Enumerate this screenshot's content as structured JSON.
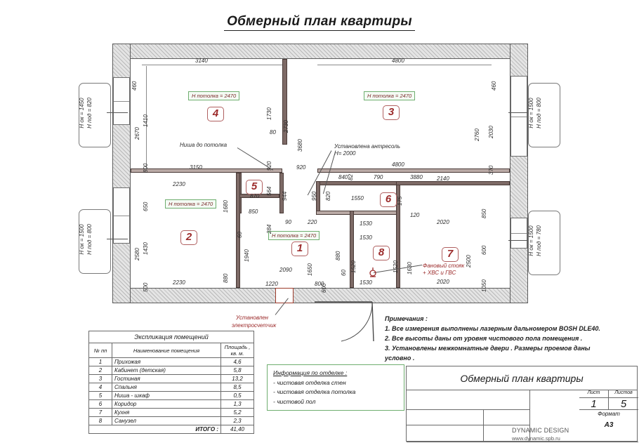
{
  "main_title": "Обмерный план квартиры",
  "plan": {
    "room_numbers": [
      "1",
      "2",
      "3",
      "4",
      "5",
      "6",
      "7",
      "8"
    ],
    "ceiling_labels": [
      {
        "text": "H потолка = 2470"
      },
      {
        "text": "H потолка = 2470"
      },
      {
        "text": "H потолка = 2470"
      },
      {
        "text": "H потолка = 2470"
      }
    ],
    "annotations": [
      "Ниша до потолка",
      "Установлена антресоль",
      "H= 2000",
      "Установлен",
      "электросчетчик",
      "Фановый стояк",
      "+ ХВС и ГВС"
    ],
    "window_callouts": [
      {
        "line1": "H ок = 1450",
        "line2": "H под = 820"
      },
      {
        "line1": "H ок = 1500",
        "line2": "H под = 800"
      },
      {
        "line1": "H ок = 1500",
        "line2": "H под = 800"
      },
      {
        "line1": "H ок = 1500",
        "line2": "H под = 780"
      }
    ],
    "dimensions_top": [
      "3140",
      "4800",
      "460",
      "460"
    ],
    "dimensions_left": [
      "1410",
      "2670",
      "800",
      "650",
      "1430",
      "2580",
      "500"
    ],
    "dimensions_right": [
      "2760",
      "2030",
      "370",
      "850",
      "600",
      "1050",
      "2500"
    ],
    "dimensions_inner": [
      "1730",
      "80",
      "2730",
      "3680",
      "920",
      "920",
      "82",
      "3150",
      "2230",
      "2230",
      "1680",
      "880",
      "60",
      "1940",
      "564",
      "870",
      "850",
      "944",
      "284",
      "90",
      "220",
      "950",
      "820",
      "840",
      "790",
      "1550",
      "175",
      "120",
      "2140",
      "2020",
      "2020",
      "1530",
      "1530",
      "1530",
      "1520",
      "1520",
      "1630",
      "880",
      "60",
      "600",
      "1650",
      "2090",
      "1220",
      "800",
      "4800",
      "3880"
    ]
  },
  "exp_table": {
    "caption": "Экспликация помещений",
    "headers": [
      "№ пп",
      "Наименование помещения",
      "Площадь , кв. м."
    ],
    "rows": [
      {
        "no": "1",
        "name": "Прихожая",
        "area": "4,6"
      },
      {
        "no": "2",
        "name": "Кабинет  (детская)",
        "area": "5,8"
      },
      {
        "no": "3",
        "name": "Гостиная",
        "area": "13,2"
      },
      {
        "no": "4",
        "name": "Спальня",
        "area": "8,5"
      },
      {
        "no": "5",
        "name": "Ниша - шкаф",
        "area": "0,5"
      },
      {
        "no": "6",
        "name": "Коридор",
        "area": "1,3"
      },
      {
        "no": "7",
        "name": "Кухня",
        "area": "5,2"
      },
      {
        "no": "8",
        "name": "Санузел",
        "area": "2,3"
      }
    ],
    "total_label": "ИТОГО :",
    "total_value": "41,40"
  },
  "notes": {
    "title": "Примечания :",
    "items": [
      "1. Все измерения выполнены лазерным дальномером     BOSH DLE40.",
      "2. Все высоты даны от уровня чистового пола  помещения    .",
      "3. Установлены межкомнатные двери . Размеры проемов даны",
      "условно ."
    ]
  },
  "finish_box": {
    "title": "Информация по отделке :",
    "items": [
      "- чистовая отделка стен",
      "- чистовая отделка потолка",
      "- чистовой пол"
    ]
  },
  "title_block": {
    "title": "Обмерный план квартиры",
    "sheet_label": "Лист",
    "sheets_label": "Листов",
    "sheet_value": "1",
    "sheets_value": "5",
    "format_label": "Формат",
    "format_value": "A3",
    "watermark": "DYNAMIC DESIGN",
    "site": "www.dynamic.spb.ru"
  },
  "colors": {
    "accent_red": "#9c2b2b",
    "green_border": "#6fae6f",
    "wall": "#7d6a66"
  }
}
